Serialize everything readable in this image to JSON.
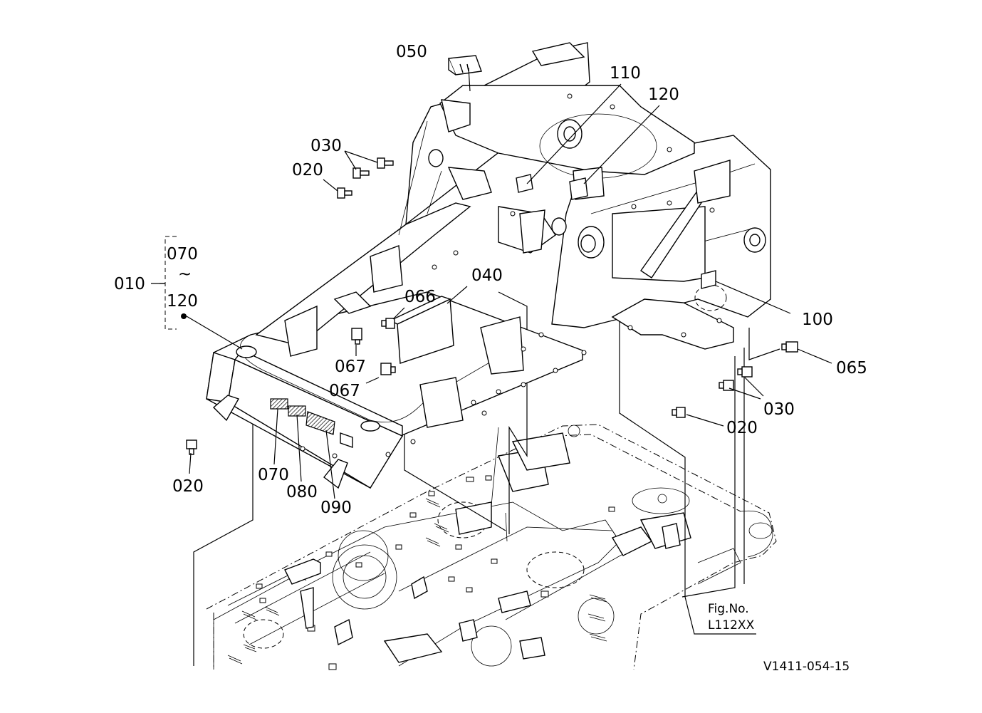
{
  "diagram": {
    "part_labels": {
      "p050": "050",
      "p110": "110",
      "p120_top": "120",
      "p030_top": "030",
      "p020_top": "020",
      "p070": "070",
      "tilde": "~",
      "p120_left": "120",
      "p010": "010",
      "p066": "066",
      "p040": "040",
      "p067_a": "067",
      "p067_b": "067",
      "p100": "100",
      "p065": "065",
      "p030_right": "030",
      "p020_right": "020",
      "p020_bottom": "020",
      "p070_bottom": "070",
      "p080": "080",
      "p090": "090"
    },
    "fig_ref": {
      "line1": "Fig.No.",
      "line2": "L112XX"
    },
    "drawing_code": "V1411-054-15"
  }
}
